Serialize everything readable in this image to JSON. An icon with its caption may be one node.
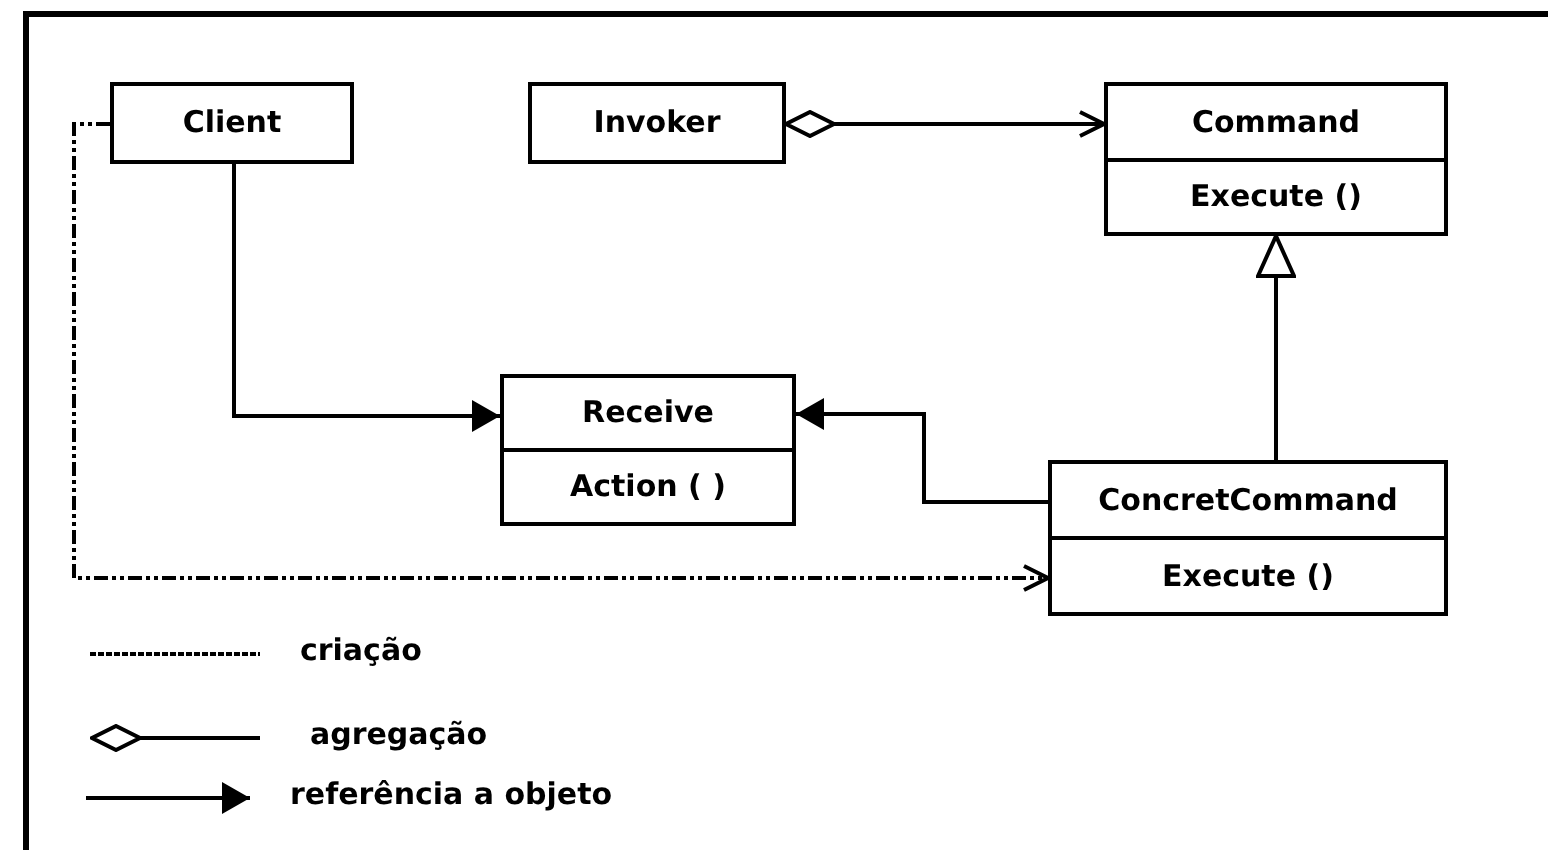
{
  "diagram": {
    "nodes": [
      {
        "text": [
          "Client"
        ]
      },
      {
        "text": [
          "Invoker"
        ]
      },
      {
        "text": [
          "Command",
          "Execute ()"
        ]
      },
      {
        "text": [
          "Receive",
          "Action ( )"
        ]
      },
      {
        "text": [
          "ConcretCommand",
          "Execute ()"
        ]
      }
    ],
    "edges": [
      {
        "from": 1,
        "to": 2,
        "arrow": "to"
      },
      {
        "from": 0,
        "to": 3,
        "arrow": "to"
      },
      {
        "from": 4,
        "to": 3,
        "arrow": "to"
      },
      {
        "from": 4,
        "to": 2,
        "arrow": "to"
      },
      {
        "from": 0,
        "to": 4,
        "arrow": "to",
        "style": "dashed"
      }
    ],
    "legend": [
      {
        "text": "criação"
      },
      {
        "text": "agregação"
      },
      {
        "text": "referência a objeto"
      }
    ]
  }
}
